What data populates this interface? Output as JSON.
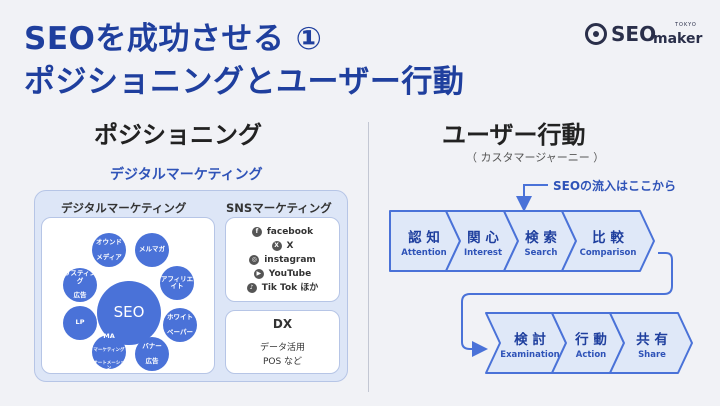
{
  "title": {
    "line1": "SEOを成功させる ①",
    "line2": "ポジショニングとユーザー行動"
  },
  "logo": {
    "main": "SEO",
    "sub": "maker",
    "tag": "TOKYO"
  },
  "positioning": {
    "heading": "ポジショニング",
    "subheading": "デジタルマーケティング",
    "digital_marketing": {
      "label": "デジタルマーケティング",
      "center": "SEO",
      "items": [
        {
          "id": "owned",
          "text": "オウンド\nメディア"
        },
        {
          "id": "mailmag",
          "text": "メルマガ"
        },
        {
          "id": "affiliate",
          "text": "アフィリエイト"
        },
        {
          "id": "whitepaper",
          "text": "ホワイト\nペーパー"
        },
        {
          "id": "banner",
          "text": "バナー\n広告"
        },
        {
          "id": "ma",
          "text": "MA\nマーケティング\nオートメーション"
        },
        {
          "id": "lp",
          "text": "LP"
        },
        {
          "id": "listing",
          "text": "リスティング\n広告"
        }
      ]
    },
    "sns": {
      "label": "SNSマーケティング",
      "items": [
        {
          "icon": "facebook-icon",
          "glyph": "f",
          "text": "facebook"
        },
        {
          "icon": "x-icon",
          "glyph": "X",
          "text": "X"
        },
        {
          "icon": "instagram-icon",
          "glyph": "◎",
          "text": "instagram"
        },
        {
          "icon": "youtube-icon",
          "glyph": "▶",
          "text": "YouTube"
        },
        {
          "icon": "tiktok-icon",
          "glyph": "♪",
          "text": "Tik Tok ほか"
        }
      ]
    },
    "dx": {
      "label": "DX",
      "line1": "データ活用",
      "line2": "POS など"
    }
  },
  "journey": {
    "heading": "ユーザー行動",
    "note": "（ カスタマージャーニー ）",
    "callout": "SEOの流入はここから",
    "row1": [
      {
        "jp": "認 知",
        "en": "Attention"
      },
      {
        "jp": "関 心",
        "en": "Interest"
      },
      {
        "jp": "検 索",
        "en": "Search"
      },
      {
        "jp": "比 較",
        "en": "Comparison"
      }
    ],
    "row2": [
      {
        "jp": "検 討",
        "en": "Examination"
      },
      {
        "jp": "行 動",
        "en": "Action"
      },
      {
        "jp": "共 有",
        "en": "Share"
      }
    ]
  },
  "colors": {
    "brand": "#1f3f9e",
    "accent": "#2f53b8",
    "bubble": "#4a72d8",
    "chevron_fill": "#dfe8f8",
    "chevron_stroke": "#4a72d8"
  }
}
